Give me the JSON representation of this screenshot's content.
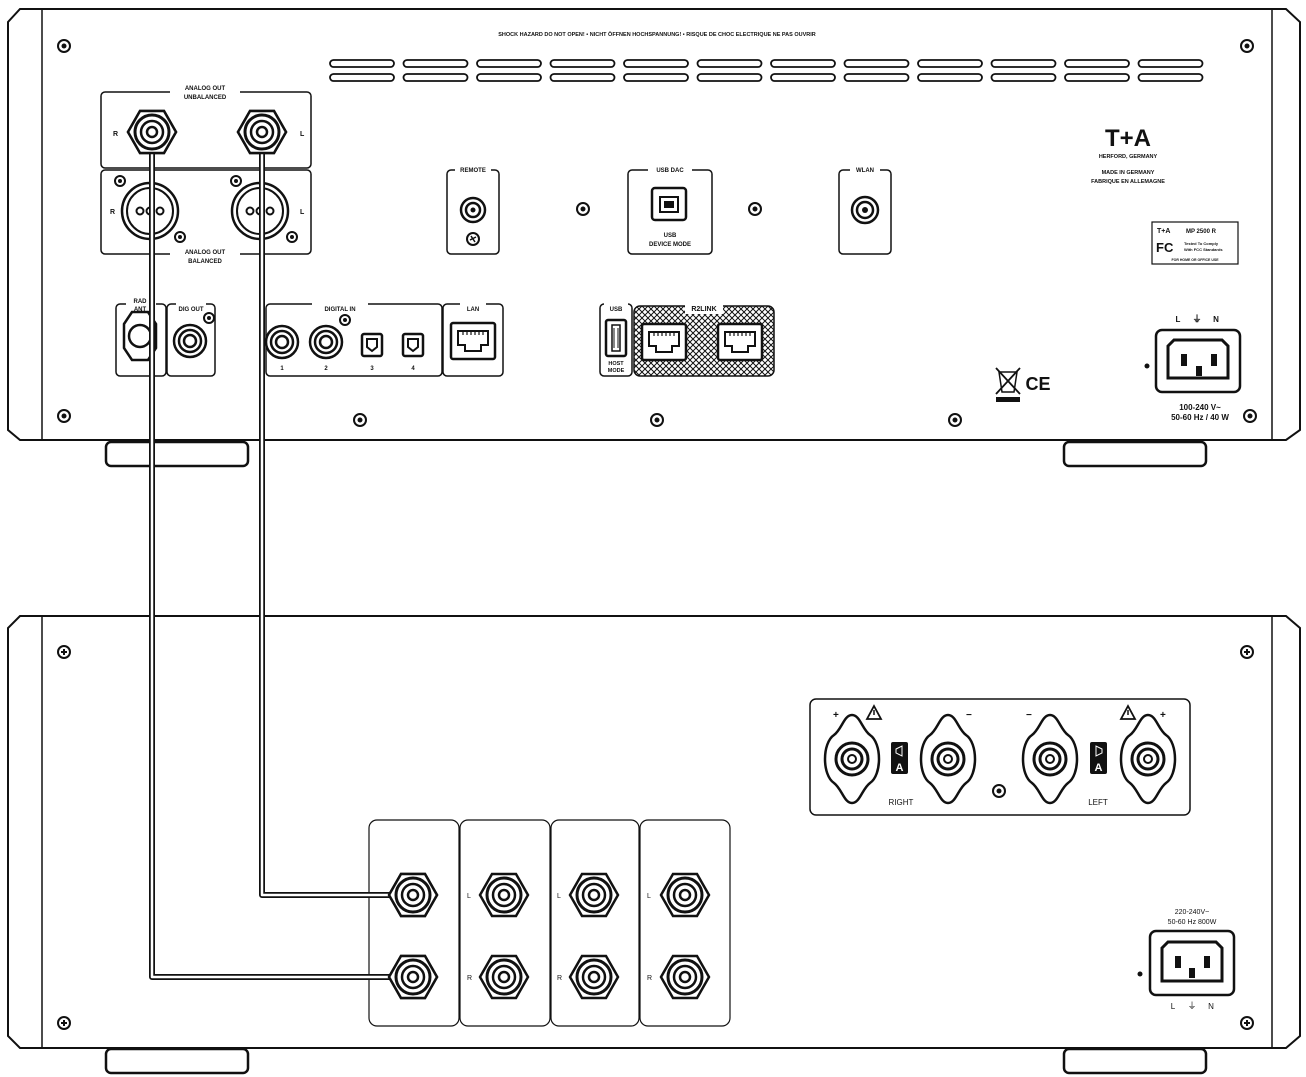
{
  "top_unit": {
    "warning": "SHOCK HAZARD DO NOT OPEN! • NICHT ÖFFNEN HOCHSPANNUNG! • RISQUE DE CHOC ELECTRIQUE NE PAS OUVRIR",
    "analog_out_unbalanced": [
      "ANALOG OUT",
      "UNBALANCED"
    ],
    "analog_out_balanced": [
      "ANALOG OUT",
      "BALANCED"
    ],
    "ch_r": "R",
    "ch_l": "L",
    "remote": "REMOTE",
    "usb_dac": "USB DAC",
    "usb_device_mode": [
      "USB",
      "DEVICE MODE"
    ],
    "wlan": "WLAN",
    "brand": "T+A",
    "brand_city": "HERFORD, GERMANY",
    "made_in": [
      "MADE IN GERMANY",
      "FABRIQUE EN ALLEMAGNE"
    ],
    "model_brand": "T+A",
    "model": "MP 2500 R",
    "fcc_logo": "FC",
    "fcc_text": [
      "Tested To Comply",
      "With FCC Standards"
    ],
    "fcc_footer": "FOR HOME OR OFFICE USE",
    "rad_ant": [
      "RAD",
      "ANT"
    ],
    "dig_out": "DIG OUT",
    "digital_in": "DIGITAL IN",
    "digital_in_numbers": [
      "1",
      "2",
      "3",
      "4"
    ],
    "lan": "LAN",
    "usb": "USB",
    "host_mode": [
      "HOST",
      "MODE"
    ],
    "r2link": "R2LINK",
    "ce": "CE",
    "power_pins": [
      "L",
      "⏚",
      "N"
    ],
    "power_rating": [
      "100-240 V~",
      "50-60 Hz / 40 W"
    ]
  },
  "bottom_unit": {
    "right": "RIGHT",
    "left": "LEFT",
    "plus": "+",
    "minus": "−",
    "speaker_letter": "A",
    "input_l": "L",
    "input_r": "R",
    "power_rating": [
      "220-240V~",
      "50-60 Hz 800W"
    ],
    "power_pins": [
      "L",
      "⏚",
      "N"
    ]
  },
  "colors": {
    "line": "#111111",
    "background": "#ffffff",
    "panel": "#ffffff"
  }
}
